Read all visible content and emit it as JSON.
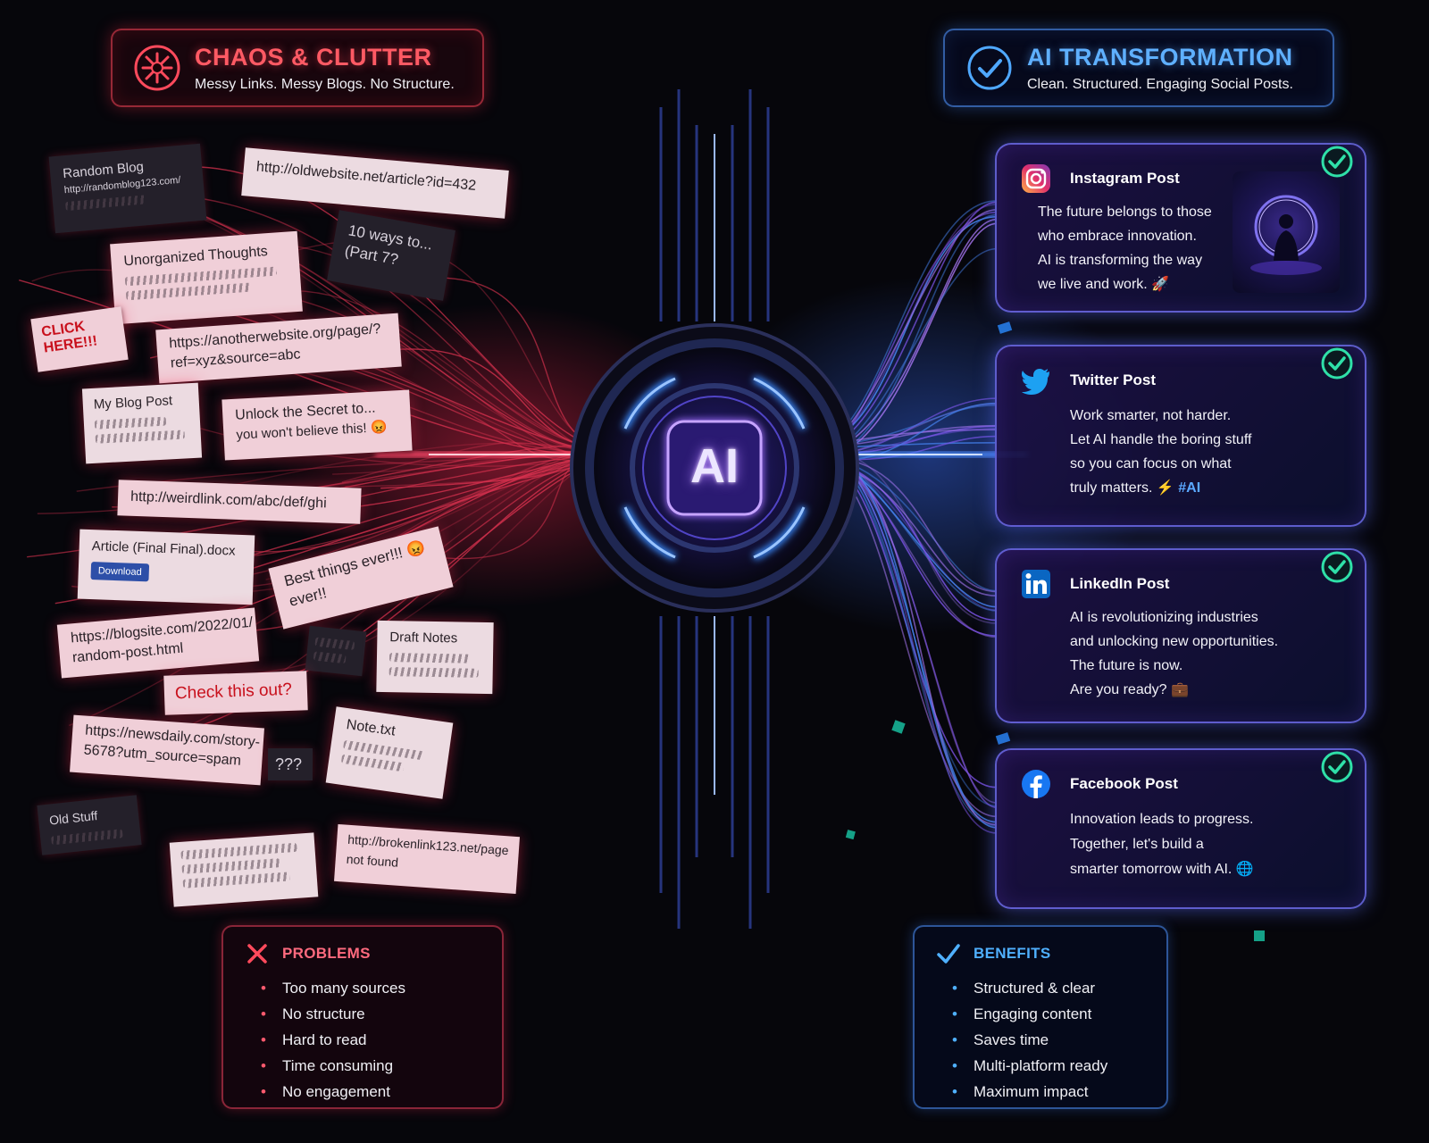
{
  "left_header": {
    "title": "CHAOS & CLUTTER",
    "subtitle": "Messy Links. Messy Blogs. No Structure.",
    "icon": "chaos-icon"
  },
  "right_header": {
    "title": "AI TRANSFORMATION",
    "subtitle": "Clean. Structured. Engaging Social Posts.",
    "icon": "check-circle-icon"
  },
  "core": {
    "label": "AI"
  },
  "notes": {
    "random_blog": {
      "title": "Random Blog",
      "url": "http://randomblog123.com/"
    },
    "oldwebsite": "http://oldwebsite.net/article?id=432",
    "ten_ways_1": "10 ways to...",
    "ten_ways_2": "(Part 7?",
    "unorganized": "Unorganized Thoughts",
    "click_here": "CLICK HERE!!!",
    "anotherwebsite_1": "https://anotherwebsite.org/page/?",
    "anotherwebsite_2": "ref=xyz&source=abc",
    "my_blog_post": "My Blog Post",
    "unlock_1": "Unlock the Secret to...",
    "unlock_2": "you won't believe this! 😡",
    "weirdlink": "http://weirdlink.com/abc/def/ghi",
    "article_docx": "Article (Final Final).docx",
    "download": "Download",
    "best_things_1": "Best things ever!!! 😡",
    "best_things_2": "ever!!",
    "blogsite_1": "https://blogsite.com/2022/01/",
    "blogsite_2": "random-post.html",
    "draft_notes": "Draft Notes",
    "check_this": "Check this out?",
    "newsdaily_1": "https://newsdaily.com/story-",
    "newsdaily_2": "5678?utm_source=spam",
    "question_marks": "???",
    "note_txt": "Note.txt",
    "old_stuff": "Old Stuff",
    "brokenlink_1": "http://brokenlink123.net/page",
    "brokenlink_2": "not found"
  },
  "posts": {
    "instagram": {
      "title": "Instagram Post",
      "icon": "instagram-icon",
      "lines": [
        "The future belongs to those",
        "who embrace innovation.",
        "AI is transforming the way",
        "we live and work. 🚀"
      ]
    },
    "twitter": {
      "title": "Twitter Post",
      "icon": "twitter-icon",
      "lines": [
        "Work smarter, not harder.",
        "Let AI handle the boring stuff",
        "so you can focus on what",
        "truly matters. ⚡"
      ],
      "hashtag": "#AI"
    },
    "linkedin": {
      "title": "LinkedIn Post",
      "icon": "linkedin-icon",
      "lines": [
        "AI is revolutionizing industries",
        "and unlocking new opportunities.",
        "The future is now.",
        "Are you ready? 💼"
      ]
    },
    "facebook": {
      "title": "Facebook Post",
      "icon": "facebook-icon",
      "lines": [
        "Innovation leads to progress.",
        "Together, let's build a",
        "smarter tomorrow with AI. 🌐"
      ]
    }
  },
  "problems": {
    "title": "PROBLEMS",
    "items": [
      "Too many sources",
      "No structure",
      "Hard to read",
      "Time consuming",
      "No engagement"
    ]
  },
  "benefits": {
    "title": "BENEFITS",
    "items": [
      "Structured & clear",
      "Engaging content",
      "Saves time",
      "Multi-platform ready",
      "Maximum impact"
    ]
  },
  "colors": {
    "chaos": "#ff3b5c",
    "transform": "#4a8cff",
    "core": "#8a5cff",
    "check": "#2fe0a8"
  }
}
